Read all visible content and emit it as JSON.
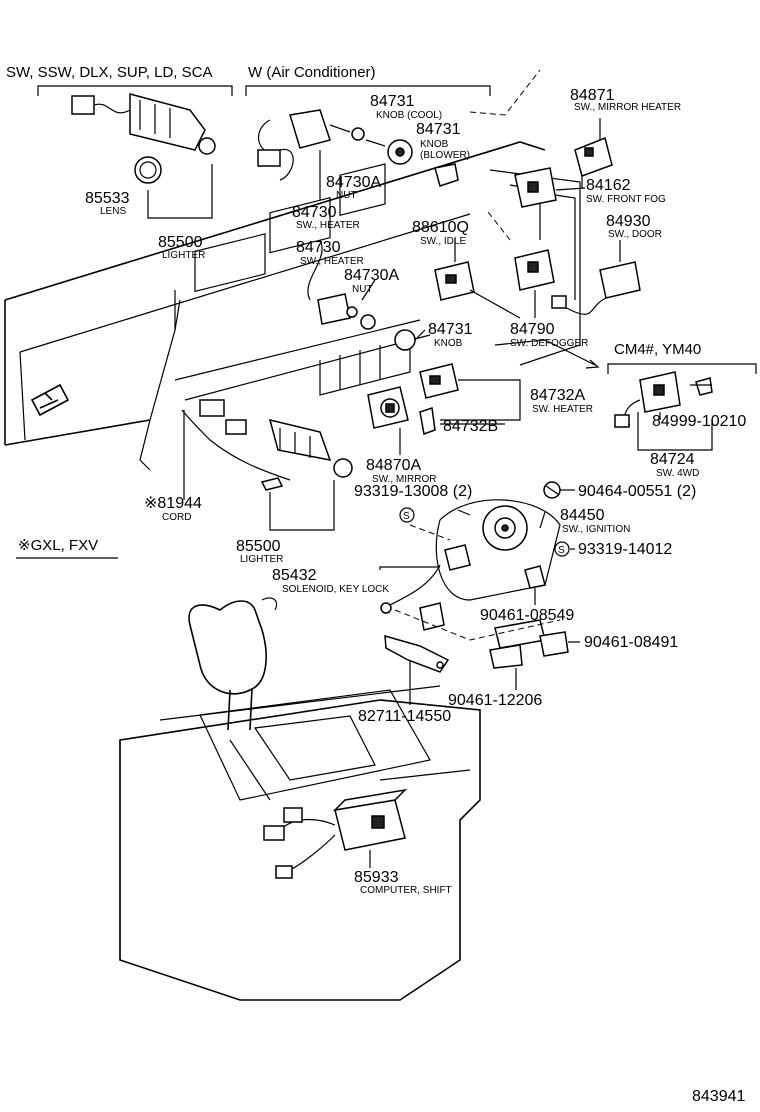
{
  "headers": {
    "variant_left": "SW, SSW, DLX, SUP, LD, SCA",
    "variant_ac": "W (Air Conditioner)",
    "variant_cm4": "CM4#, YM40",
    "variant_gxl": "※GXL, FXV"
  },
  "parts": [
    {
      "id": "p85533",
      "num": "85533",
      "name": "LENS"
    },
    {
      "id": "p85500a",
      "num": "85500",
      "name": "LIGHTER"
    },
    {
      "id": "p84731a",
      "num": "84731",
      "name": "KNOB (COOL)"
    },
    {
      "id": "p84731b",
      "num": "84731",
      "name": "KNOB (BLOWER)"
    },
    {
      "id": "p84730Aa",
      "num": "84730A",
      "name": "NUT"
    },
    {
      "id": "p84730a",
      "num": "84730",
      "name": "SW., HEATER"
    },
    {
      "id": "p84871",
      "num": "84871",
      "name": "SW., MIRROR HEATER"
    },
    {
      "id": "p84162",
      "num": "84162",
      "name": "SW.  FRONT FOG"
    },
    {
      "id": "p88610Q",
      "num": "88610Q",
      "name": "SW., IDLE"
    },
    {
      "id": "p84930",
      "num": "84930",
      "name": "SW., DOOR"
    },
    {
      "id": "p84730b",
      "num": "84730",
      "name": "SW., HEATER"
    },
    {
      "id": "p84730Ab",
      "num": "84730A",
      "name": "NUT"
    },
    {
      "id": "p84731c",
      "num": "84731",
      "name": "KNOB"
    },
    {
      "id": "p84790",
      "num": "84790",
      "name": "SW.  DEFOGGER"
    },
    {
      "id": "p84732A",
      "num": "84732A",
      "name": "SW.  HEATER"
    },
    {
      "id": "p84732B",
      "num": "84732B",
      "name": ""
    },
    {
      "id": "p84999",
      "num": "84999-10210",
      "name": ""
    },
    {
      "id": "p84870A",
      "num": "84870A",
      "name": "SW., MIRROR"
    },
    {
      "id": "p84724",
      "num": "84724",
      "name": "SW.  4WD"
    },
    {
      "id": "p93319a",
      "num": "93319-13008 (2)",
      "name": ""
    },
    {
      "id": "p90464",
      "num": "90464-00551 (2)",
      "name": ""
    },
    {
      "id": "p81944",
      "num": "※81944",
      "name": "CORD"
    },
    {
      "id": "p84450",
      "num": "84450",
      "name": "SW., IGNITION"
    },
    {
      "id": "p93319b",
      "num": "93319-14012",
      "name": ""
    },
    {
      "id": "p85500b",
      "num": "85500",
      "name": "LIGHTER"
    },
    {
      "id": "p85432",
      "num": "85432",
      "name": "SOLENOID, KEY LOCK"
    },
    {
      "id": "p90461a",
      "num": "90461-08549",
      "name": ""
    },
    {
      "id": "p90461b",
      "num": "90461-08491",
      "name": ""
    },
    {
      "id": "p90461c",
      "num": "90461-12206",
      "name": ""
    },
    {
      "id": "p82711",
      "num": "82711-14550",
      "name": ""
    },
    {
      "id": "p85933",
      "num": "85933",
      "name": "COMPUTER, SHIFT"
    }
  ],
  "markers": {
    "s_mark": "S"
  },
  "diagram_id": "843941"
}
